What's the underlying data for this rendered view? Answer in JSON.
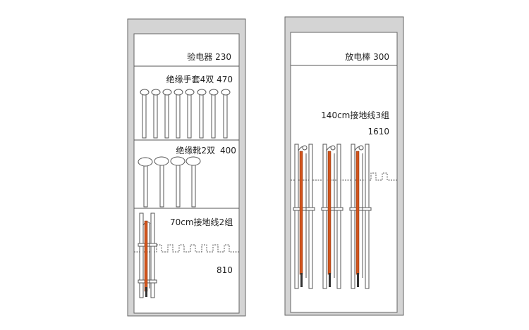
{
  "left_cabinet": {
    "compartments": [
      {
        "label": "验电器 230"
      },
      {
        "label": "绝缘手套4双 470"
      },
      {
        "label": "绝缘靴2双",
        "value": "400"
      },
      {
        "label": "70cm接地线2组",
        "value": "810"
      }
    ]
  },
  "right_cabinet": {
    "compartments": [
      {
        "label": "放电棒 300"
      },
      {
        "label": "140cm接地线3组",
        "value": "1610"
      }
    ]
  },
  "colors": {
    "cabinet_frame": "#d4d4d4",
    "cabinet_interior": "#ffffff",
    "line": "#555555",
    "ground_wire": "#d2541c"
  }
}
